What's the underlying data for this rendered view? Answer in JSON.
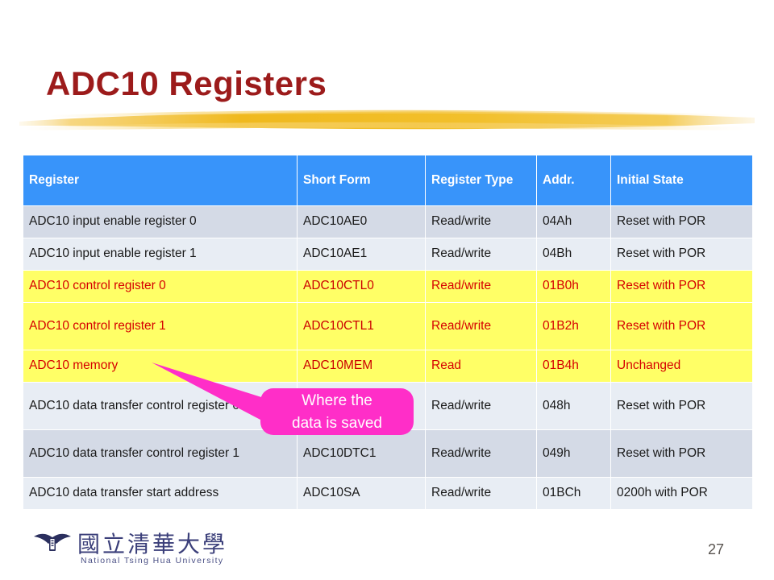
{
  "slide": {
    "title": "ADC10 Registers",
    "page_number": "27",
    "title_color": "#9c1b1b",
    "brush_color": "#f0b91e"
  },
  "table": {
    "header_bg": "#3894fa",
    "header_text_color": "#ffffff",
    "highlight_bg": "#ffff66",
    "highlight_text_color": "#d60000",
    "row_tint_dark": "#d4dae6",
    "row_tint_light": "#e8edf4",
    "columns": [
      "Register",
      "Short Form",
      "Register Type",
      "Addr.",
      "Initial State"
    ],
    "rows": [
      {
        "register": "ADC10 input enable register 0",
        "short_form": "ADC10AE0",
        "register_type": "Read/write",
        "addr": "04Ah",
        "initial_state": "Reset with POR",
        "highlight": false
      },
      {
        "register": "ADC10 input enable register 1",
        "short_form": "ADC10AE1",
        "register_type": "Read/write",
        "addr": "04Bh",
        "initial_state": "Reset with POR",
        "highlight": false
      },
      {
        "register": "ADC10 control register 0",
        "short_form": "ADC10CTL0",
        "register_type": "Read/write",
        "addr": "01B0h",
        "initial_state": "Reset with POR",
        "highlight": true
      },
      {
        "register": "ADC10 control register 1",
        "short_form": "ADC10CTL1",
        "register_type": "Read/write",
        "addr": "01B2h",
        "initial_state": "Reset with POR",
        "highlight": true
      },
      {
        "register": "ADC10 memory",
        "short_form": "ADC10MEM",
        "register_type": "Read",
        "addr": "01B4h",
        "initial_state": "Unchanged",
        "highlight": true
      },
      {
        "register": "ADC10 data transfer control register 0",
        "short_form": "",
        "register_type": "Read/write",
        "addr": "048h",
        "initial_state": "Reset with POR",
        "highlight": false
      },
      {
        "register": "ADC10 data transfer control register 1",
        "short_form": "ADC10DTC1",
        "register_type": "Read/write",
        "addr": "049h",
        "initial_state": "Reset with POR",
        "highlight": false
      },
      {
        "register": "ADC10 data transfer start address",
        "short_form": "ADC10SA",
        "register_type": "Read/write",
        "addr": "01BCh",
        "initial_state": "0200h with POR",
        "highlight": false
      }
    ]
  },
  "callout": {
    "line1": "Where the",
    "line2": "data is saved",
    "bg_color": "#ff2ec8",
    "text_color": "#ffffff"
  },
  "logo": {
    "name_cn": "國立清華大學",
    "name_en": "National Tsing Hua University",
    "color": "#3b3f7a"
  }
}
